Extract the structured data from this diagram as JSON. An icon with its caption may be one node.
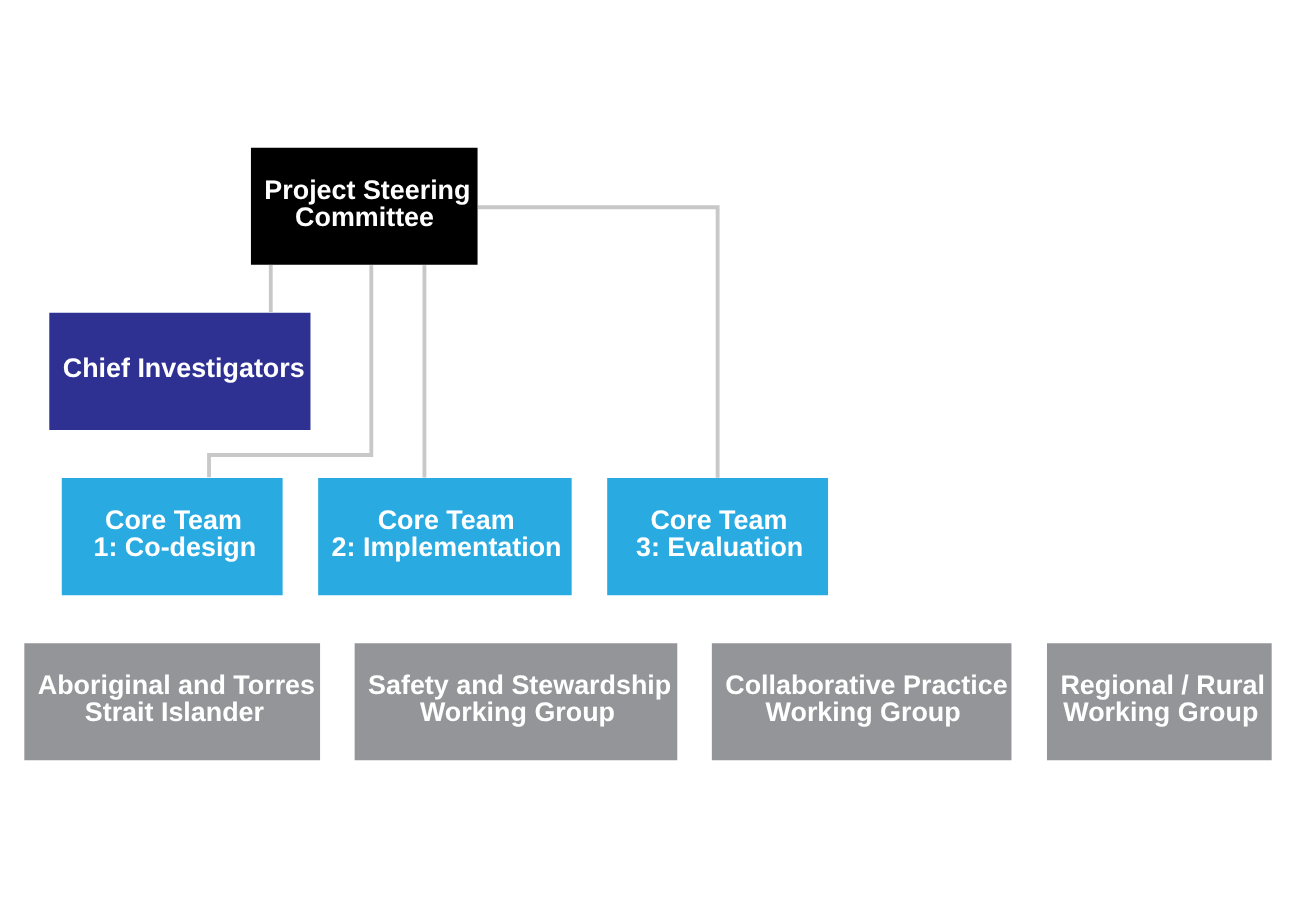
{
  "diagram": {
    "nodes": [
      {
        "text": [
          "Project Steering Committee"
        ]
      },
      {
        "text": [
          "Chief Investigators"
        ]
      },
      {
        "text": [
          "Core Team 1: Co-design"
        ]
      },
      {
        "text": [
          "Core Team 2: Implementation"
        ]
      },
      {
        "text": [
          "Core Team 3: Evaluation"
        ]
      },
      {
        "text": [
          "Aboriginal and Torres Strait Islander"
        ]
      },
      {
        "text": [
          "Safety and Stewardship Working Group"
        ]
      },
      {
        "text": [
          "Collaborative Practice Working Group"
        ]
      },
      {
        "text": [
          "Regional / Rural Working Group"
        ]
      }
    ],
    "edges": [
      {
        "from": 0,
        "to": 1,
        "arrow": "none"
      },
      {
        "from": 0,
        "to": 2,
        "arrow": "none"
      },
      {
        "from": 0,
        "to": 3,
        "arrow": "none"
      },
      {
        "from": 0,
        "to": 4,
        "arrow": "none"
      }
    ]
  }
}
